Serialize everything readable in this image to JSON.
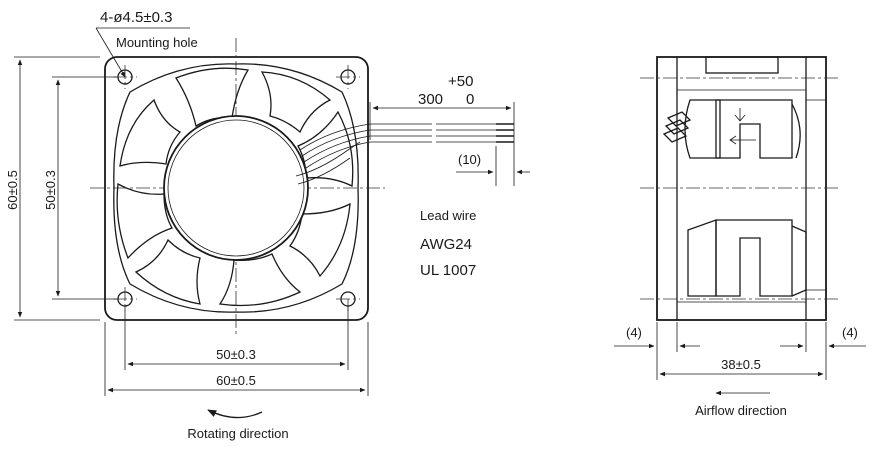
{
  "front_view": {
    "hole_spec": "4-ø4.5±0.3",
    "hole_label": "Mounting hole",
    "dim_height_outer": "60±0.5",
    "dim_height_inner": "50±0.3",
    "dim_width_inner": "50±0.3",
    "dim_width_outer": "60±0.5",
    "rotating_label": "Rotating direction"
  },
  "lead_wire": {
    "length_main": "300",
    "tol_upper": "+50",
    "tol_lower": "0",
    "strip_length": "(10)",
    "title": "Lead wire",
    "gauge": "AWG24",
    "standard": "UL 1007"
  },
  "side_view": {
    "dim_left_flange": "(4)",
    "dim_right_flange": "(4)",
    "dim_depth": "38±0.5",
    "airflow_label": "Airflow direction"
  }
}
